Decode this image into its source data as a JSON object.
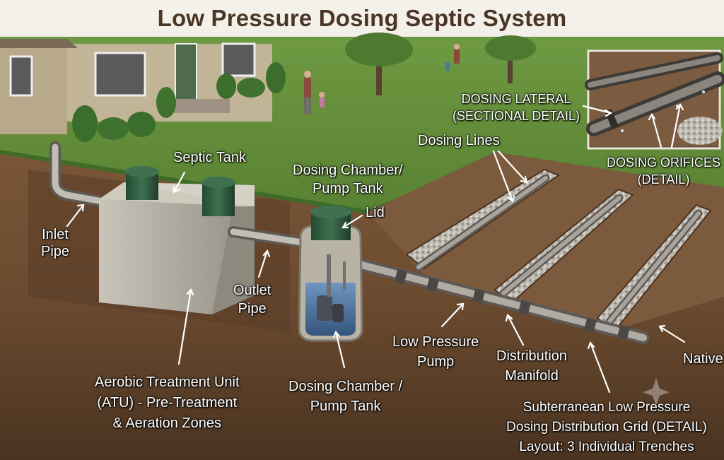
{
  "title": "Low Pressure Dosing Septic System",
  "colors": {
    "title_text": "#4a3626",
    "grass": "#5f8a3a",
    "soil": "#6b4a30",
    "concrete": "#b9b4aa",
    "pipe": "#8f8a84",
    "lid": "#2f5a3e",
    "gravel": "#c9c6bf",
    "water": "#4f78a8",
    "house": "#b8a98a"
  },
  "labels": {
    "septic_tank": "Septic Tank",
    "inlet_pipe": [
      "Inlet",
      "Pipe"
    ],
    "outlet_pipe": [
      "Outlet",
      "Pipe"
    ],
    "dosing_chamber_top": [
      "Dosing Chamber/",
      "Pump Tank"
    ],
    "lid": "Lid",
    "dosing_lines": "Dosing Lines",
    "dosing_lateral": [
      "DOSING LATERAL",
      "(SECTIONAL DETAIL)"
    ],
    "dosing_orifices": [
      "DOSING ORIFICES",
      "(DETAIL)"
    ],
    "atu": [
      "Aerobic Treatment Unit",
      "(ATU) - Pre-Treatment",
      "& Aeration Zones"
    ],
    "dosing_chamber_bottom": [
      "Dosing Chamber /",
      "Pump Tank"
    ],
    "low_pressure_pump": [
      "Low Pressure",
      "Pump"
    ],
    "distribution_manifold": [
      "Distribution",
      "Manifold"
    ],
    "native": "Native",
    "distribution_grid": [
      "Subterranean Low Pressure",
      "Dosing Distribution Grid (DETAIL)",
      "Layout: 3 Individual Trenches"
    ]
  }
}
